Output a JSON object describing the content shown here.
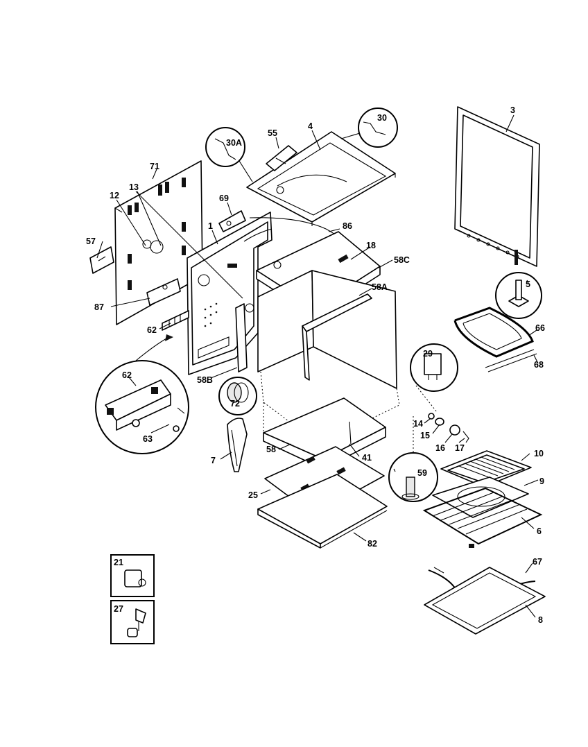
{
  "part_labels": {
    "p1": "1",
    "p3": "3",
    "p4": "4",
    "p5": "5",
    "p6": "6",
    "p7": "7",
    "p8": "8",
    "p9": "9",
    "p10": "10",
    "p12": "12",
    "p13": "13",
    "p14": "14",
    "p15": "15",
    "p16": "16",
    "p17": "17",
    "p18": "18",
    "p21": "21",
    "p25": "25",
    "p27": "27",
    "p29": "29",
    "p30": "30",
    "p30a": "30A",
    "p41": "41",
    "p55": "55",
    "p57": "57",
    "p58": "58",
    "p58a": "58A",
    "p58b": "58B",
    "p58c": "58C",
    "p59": "59",
    "p62": "62",
    "p62b": "62",
    "p63": "63",
    "p66": "66",
    "p67": "67",
    "p68": "68",
    "p69": "69",
    "p71": "71",
    "p72": "72",
    "p82": "82",
    "p86": "86",
    "p87": "87"
  }
}
